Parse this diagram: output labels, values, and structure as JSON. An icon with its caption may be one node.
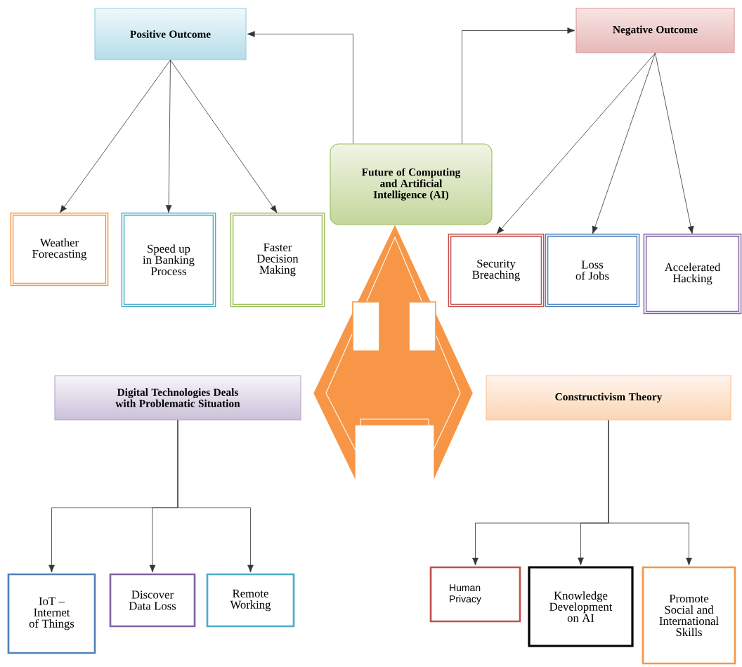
{
  "diagram": {
    "nodes": [
      {
        "text": [
          "Positive Outcome"
        ]
      },
      {
        "text": [
          "Negative Outcome"
        ]
      },
      {
        "text": [
          "Future of Computing and Artificial Intelligence (AI)"
        ]
      },
      {
        "text": [
          "Weather Forecasting"
        ]
      },
      {
        "text": [
          "Speed up in Banking Process"
        ]
      },
      {
        "text": [
          "Faster Decision Making"
        ]
      },
      {
        "text": [
          "Security Breaching"
        ]
      },
      {
        "text": [
          "Loss of Jobs"
        ]
      },
      {
        "text": [
          "Accelerated Hacking"
        ]
      },
      {
        "text": [
          "Digital Technologies Deals with Problematic Situation"
        ]
      },
      {
        "text": [
          "Constructivism Theory"
        ]
      },
      {
        "text": [
          "IoT – Internet of Things"
        ]
      },
      {
        "text": [
          "Discover Data Loss"
        ]
      },
      {
        "text": [
          "Remote Working"
        ]
      },
      {
        "text": [
          "Human Privacy"
        ]
      },
      {
        "text": [
          "Knowledge Development on AI"
        ]
      },
      {
        "text": [
          "Promote Social and International Skills"
        ]
      },
      {
        "text": [],
        "shape": "arrow"
      }
    ],
    "edges": [
      {
        "from": 2,
        "to": 0,
        "arrow": "to"
      },
      {
        "from": 2,
        "to": 1,
        "arrow": "to"
      },
      {
        "from": 0,
        "to": 3,
        "arrow": "to"
      },
      {
        "from": 0,
        "to": 4,
        "arrow": "to"
      },
      {
        "from": 0,
        "to": 5,
        "arrow": "to"
      },
      {
        "from": 1,
        "to": 6,
        "arrow": "to"
      },
      {
        "from": 1,
        "to": 7,
        "arrow": "to"
      },
      {
        "from": 1,
        "to": 8,
        "arrow": "to"
      },
      {
        "from": 9,
        "to": 11,
        "arrow": "to"
      },
      {
        "from": 9,
        "to": 12,
        "arrow": "to"
      },
      {
        "from": 9,
        "to": 13,
        "arrow": "to"
      },
      {
        "from": 10,
        "to": 14,
        "arrow": "to"
      },
      {
        "from": 10,
        "to": 15,
        "arrow": "to"
      },
      {
        "from": 10,
        "to": 16,
        "arrow": "to"
      }
    ]
  }
}
